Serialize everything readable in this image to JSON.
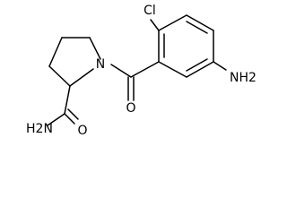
{
  "molecule": {
    "atoms": {
      "n_ring": "N",
      "chlorine": "Cl",
      "amino_aryl": "NH2",
      "carbonyl_oxygen": "O",
      "amide_nitrogen": "H2N",
      "amide_oxygen": "O"
    }
  }
}
